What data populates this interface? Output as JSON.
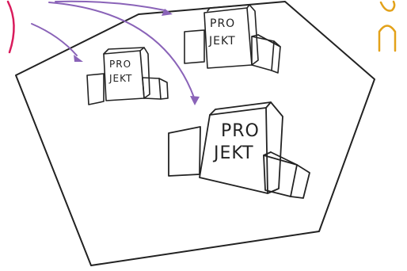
{
  "colors": {
    "ink": "#222222",
    "arrow": "#8a63b8",
    "figure_left": "#d91b5c",
    "figure_right": "#e3a21a"
  },
  "projects": [
    {
      "line1": "PRO",
      "line2": "JEKT"
    },
    {
      "line1": "PRO",
      "line2": "JEKT"
    },
    {
      "line1": "PRO",
      "line2": "JEKT"
    }
  ]
}
